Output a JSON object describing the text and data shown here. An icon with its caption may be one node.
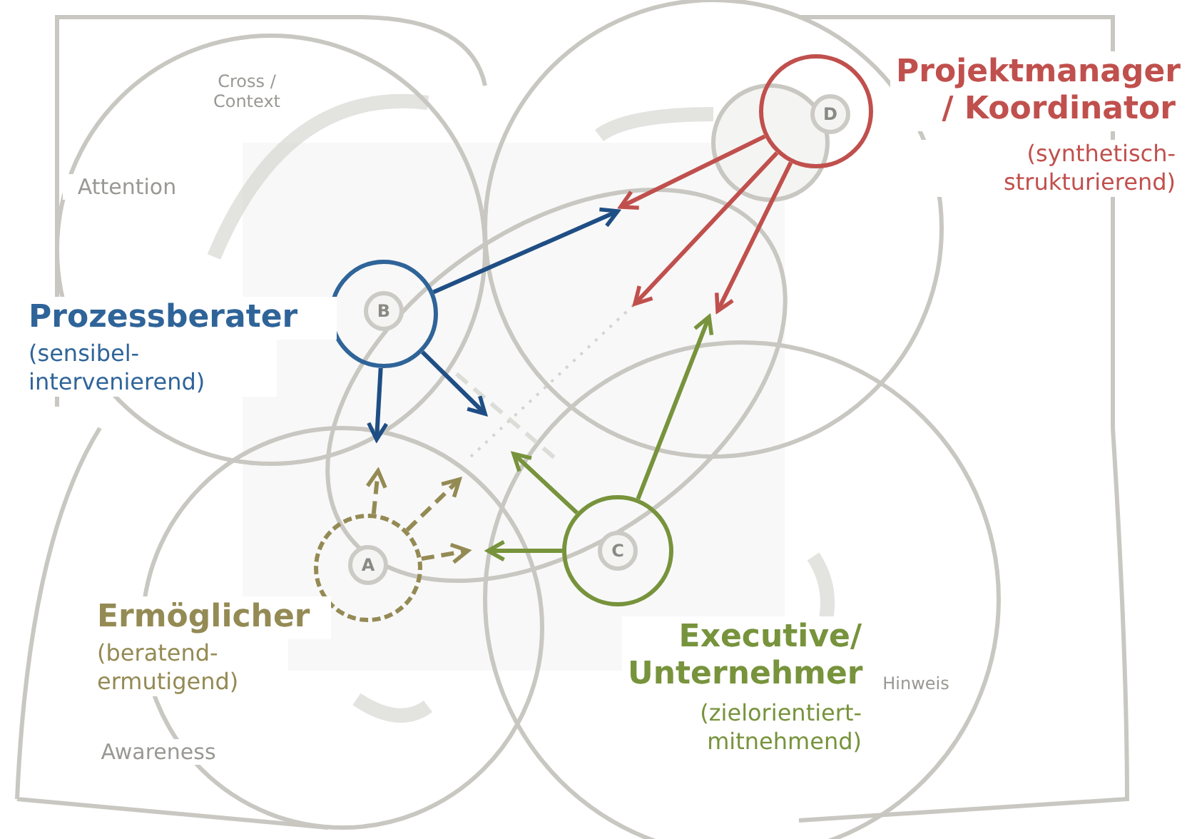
{
  "diagram": {
    "nodes": [
      {
        "text": [
          "D"
        ],
        "beside": [
          "Projektmanager / Koordinator",
          "(synthetisch- strukturierend)"
        ]
      },
      {
        "text": [
          "B"
        ],
        "beside": [
          "Prozessberater",
          "(sensibel- intervenierend)"
        ]
      },
      {
        "text": [
          "A"
        ],
        "beside": [
          "Ermöglicher",
          "(beratend- ermutigend)"
        ]
      },
      {
        "text": [
          "C"
        ],
        "beside": [
          "Executive/ Unternehmer",
          "(zielorientiert- mitnehmend)"
        ]
      }
    ],
    "edges": [
      {
        "from": 0,
        "to": null,
        "arrow": "to",
        "color": "#c0504d"
      },
      {
        "from": 0,
        "to": null,
        "arrow": "to",
        "color": "#c0504d"
      },
      {
        "from": 0,
        "to": null,
        "arrow": "to",
        "color": "#c0504d"
      },
      {
        "from": 1,
        "to": null,
        "arrow": "to",
        "color": "#1f4e85"
      },
      {
        "from": 1,
        "to": null,
        "arrow": "to",
        "color": "#1f4e85"
      },
      {
        "from": 1,
        "to": null,
        "arrow": "to",
        "color": "#1f4e85"
      },
      {
        "from": 2,
        "to": null,
        "arrow": "to",
        "style": "dashed",
        "color": "#948a54"
      },
      {
        "from": 2,
        "to": null,
        "arrow": "to",
        "style": "dashed",
        "color": "#948a54"
      },
      {
        "from": 2,
        "to": null,
        "arrow": "to",
        "style": "dashed",
        "color": "#948a54"
      },
      {
        "from": 3,
        "to": null,
        "arrow": "to",
        "color": "#77933c"
      },
      {
        "from": 3,
        "to": null,
        "arrow": "to",
        "color": "#77933c"
      },
      {
        "from": 3,
        "to": null,
        "arrow": "to",
        "color": "#77933c"
      }
    ],
    "labels": [
      "Cross / Context",
      "Attention",
      "Awareness",
      "Hinweis"
    ]
  }
}
